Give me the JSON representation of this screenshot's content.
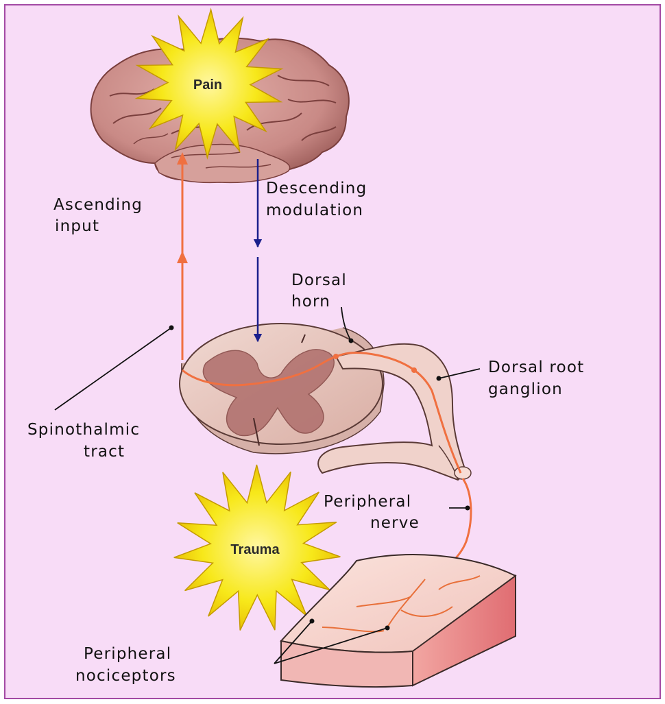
{
  "diagram": {
    "bursts": {
      "pain": "Pain",
      "trauma": "Trauma"
    },
    "labels": {
      "ascending_1": "Ascending",
      "ascending_2": "input",
      "descending_1": "Descending",
      "descending_2": "modulation",
      "dorsal_horn_1": "Dorsal",
      "dorsal_horn_2": "horn",
      "drg_1": "Dorsal root",
      "drg_2": "ganglion",
      "spino_1": "Spinothalmic",
      "spino_2": "tract",
      "periph_nerve_1": "Peripheral",
      "periph_nerve_2": "nerve",
      "nociceptors_1": "Peripheral",
      "nociceptors_2": "nociceptors"
    },
    "colors": {
      "background": "#f8dcf7",
      "border": "#a349a4",
      "ascending_pathway": "#f07040",
      "descending_pathway": "#1a1f8c",
      "burst_fill": "#f7e81a",
      "brain": "#c98a86",
      "spinal_cord": "#e7c5bd",
      "skin": "#f6d2cc"
    }
  }
}
